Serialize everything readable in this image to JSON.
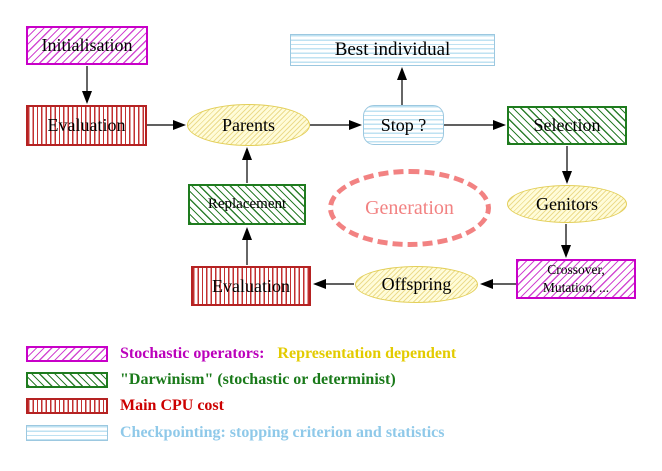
{
  "nodes": {
    "initialisation": "Initialisation",
    "evaluation_top": "Evaluation",
    "parents": "Parents",
    "best_individual": "Best individual",
    "stop": "Stop ?",
    "selection": "Selection",
    "replacement": "Replacement",
    "generation": "Generation",
    "genitors": "Genitors",
    "crossover_line1": "Crossover,",
    "crossover_line2": "Mutation, ...",
    "offspring": "Offspring",
    "evaluation_bottom": "Evaluation"
  },
  "legend": {
    "items": [
      {
        "pattern": "magenta-diagonal-hatch",
        "text_primary": "Stochastic operators:",
        "text_secondary": "Representation dependent"
      },
      {
        "pattern": "green-diagonal-hatch",
        "text_primary": "\"Darwinism\" (stochastic or determinist)",
        "text_secondary": ""
      },
      {
        "pattern": "red-vertical-stripes",
        "text_primary": "Main CPU cost",
        "text_secondary": ""
      },
      {
        "pattern": "cyan-horizontal-stripes",
        "text_primary": "Checkpointing: stopping criterion and statistics",
        "text_secondary": ""
      }
    ]
  },
  "colors": {
    "magenta_border": "#C800C8",
    "magenta_text": "#BB00BB",
    "gold_text": "#E3CB00",
    "green": "#1E7B1E",
    "red_stripe": "#C23030",
    "red_text": "#CC0000",
    "light_blue_border": "#9CC8E0",
    "light_blue_text": "#8FC9E9",
    "yellow_node_border": "#E3CF58",
    "yellow_node_fill": "#FFFCD9",
    "salmon_dashed": "#F28282",
    "arrow": "#000000",
    "node_text": "#000000"
  }
}
